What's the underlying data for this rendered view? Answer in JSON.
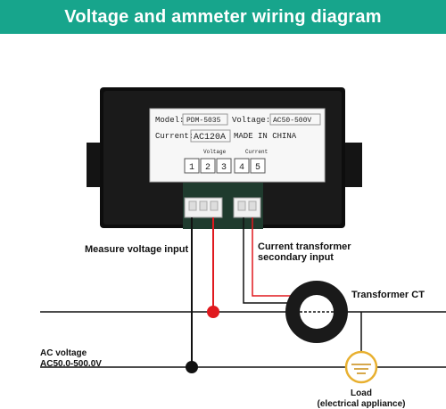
{
  "title": "Voltage and ammeter wiring diagram",
  "label_panel": {
    "model_label": "Model:",
    "model_value": "PDM-5035",
    "voltage_label": "Voltage:",
    "voltage_value": "AC50-500V",
    "current_label": "Current:",
    "current_value": "AC120A",
    "made_in": "MADE IN CHINA",
    "voltage_group": "Voltage",
    "current_group": "Current",
    "terminals": [
      "1",
      "2",
      "3",
      "4",
      "5"
    ]
  },
  "labels": {
    "measure_voltage_input": "Measure voltage input",
    "ct_secondary_line1": "Current transformer",
    "ct_secondary_line2": "secondary input",
    "transformer_ct": "Transformer CT",
    "ac_voltage_line1": "AC voltage",
    "ac_voltage_line2": "AC50.0-500.0V",
    "load_line1": "Load",
    "load_line2": "(electrical appliance)"
  },
  "colors": {
    "banner": "#17a58c",
    "red_wire": "#e0191e",
    "black": "#111111"
  }
}
